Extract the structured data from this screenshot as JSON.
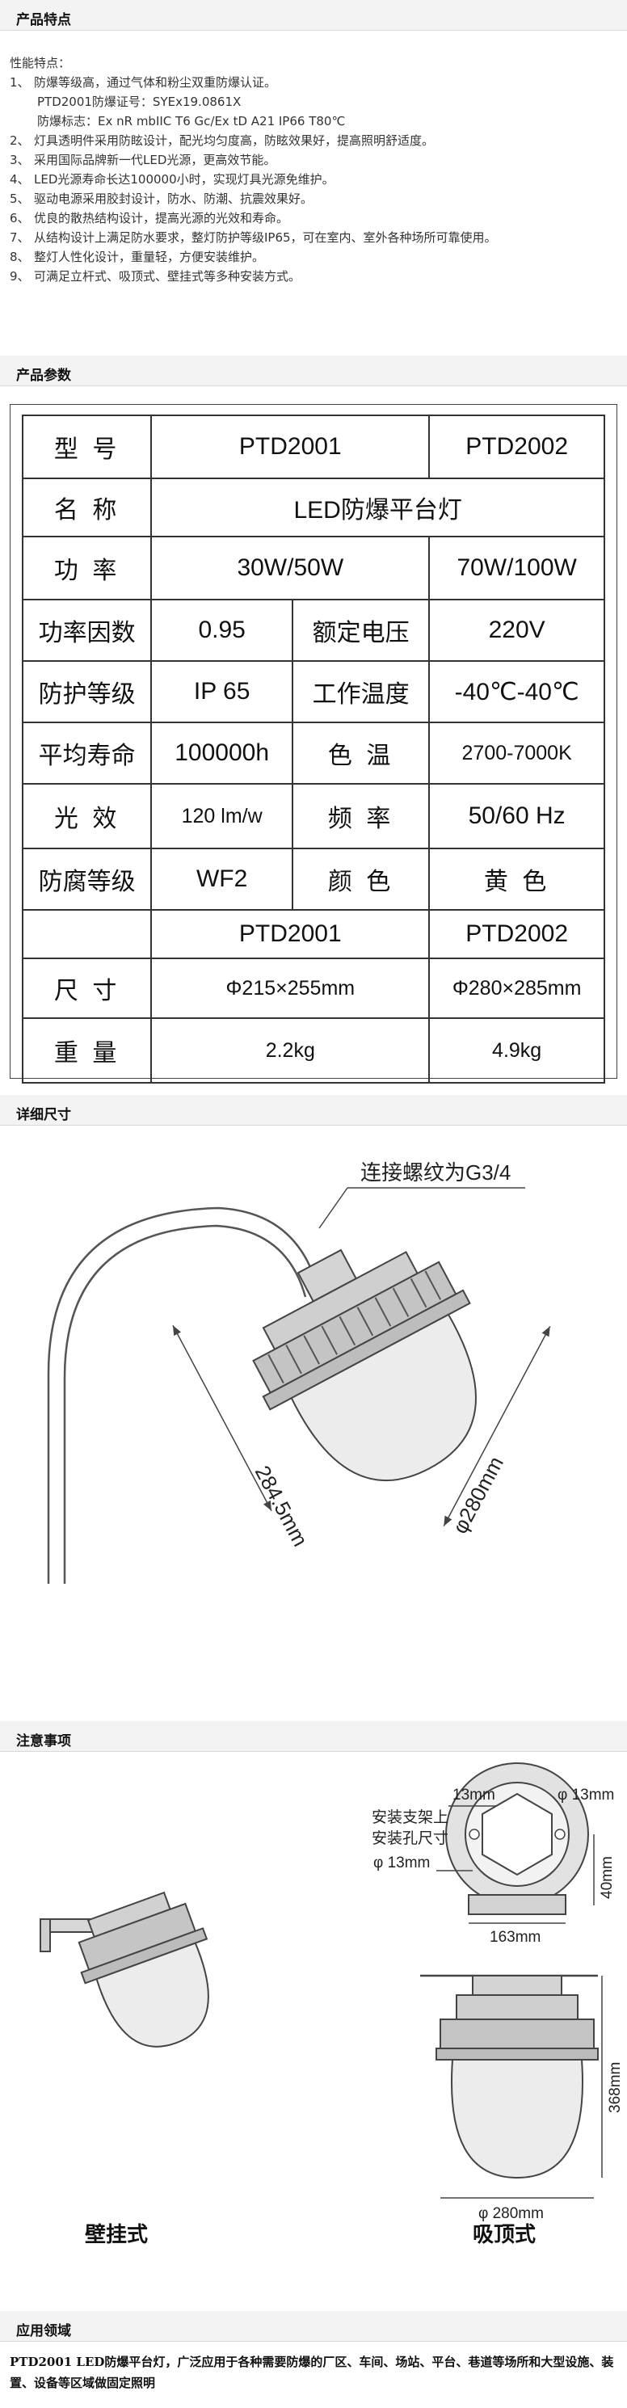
{
  "sections": {
    "features_title": "产品特点",
    "specs_title": "产品参数",
    "dims_title": "详细尺寸",
    "notes_title": "注意事项",
    "application_title": "应用领域"
  },
  "features": {
    "intro": "性能特点：",
    "items": [
      {
        "num": "1、",
        "text": "防爆等级高，通过气体和粉尘双重防爆认证。"
      },
      {
        "num": "",
        "text": "PTD2001防爆证号：SYEx19.0861X",
        "indent": true
      },
      {
        "num": "",
        "text": "防爆标志：Ex nR mbIIC T6 Gc/Ex tD A21 IP66 T80℃",
        "indent": true
      },
      {
        "num": "2、",
        "text": "灯具透明件采用防眩设计，配光均匀度高，防眩效果好，提高照明舒适度。"
      },
      {
        "num": "3、",
        "text": "采用国际品牌新一代LED光源，更高效节能。"
      },
      {
        "num": "4、",
        "text": "LED光源寿命长达100000小时，实现灯具光源免维护。"
      },
      {
        "num": "5、",
        "text": "驱动电源采用胶封设计，防水、防潮、抗震效果好。"
      },
      {
        "num": "6、",
        "text": "优良的散热结构设计，提高光源的光效和寿命。"
      },
      {
        "num": "7、",
        "text": "从结构设计上满足防水要求，整灯防护等级IP65，可在室内、室外各种场所可靠使用。"
      },
      {
        "num": "8、",
        "text": "整灯人性化设计，重量轻，方便安装维护。"
      },
      {
        "num": "9、",
        "text": "可满足立杆式、吸顶式、壁挂式等多种安装方式。"
      }
    ]
  },
  "specs": {
    "model_label": "型 号",
    "model_a": "PTD2001",
    "model_b": "PTD2002",
    "name_label": "名 称",
    "name_value": "LED防爆平台灯",
    "power_label": "功 率",
    "power_a": "30W/50W",
    "power_b": "70W/100W",
    "pf_label": "功率因数",
    "pf_value": "0.95",
    "voltage_label": "额定电压",
    "voltage_value": "220V",
    "ip_label": "防护等级",
    "ip_value": "IP 65",
    "temp_label": "工作温度",
    "temp_value": "-40℃-40℃",
    "life_label": "平均寿命",
    "life_value": "100000h",
    "cct_label": "色 温",
    "cct_value": "2700-7000K",
    "efficacy_label": "光 效",
    "efficacy_value": "120 lm/w",
    "freq_label": "频 率",
    "freq_value": "50/60 Hz",
    "corrosion_label": "防腐等级",
    "corrosion_value": "WF2",
    "color_label": "颜 色",
    "color_value": "黄 色",
    "model_a2": "PTD2001",
    "model_b2": "PTD2002",
    "size_label": "尺 寸",
    "size_a": "Φ215×255mm",
    "size_b": "Φ280×285mm",
    "weight_label": "重 量",
    "weight_a": "2.2kg",
    "weight_b": "4.9kg"
  },
  "dims": {
    "thread_label": "连接螺纹为G3/4",
    "height_label": "284.5mm",
    "diameter_label": "φ280mm"
  },
  "notes": {
    "top_13mm": "13mm",
    "top_phi13": "φ 13mm",
    "mount_label_1": "安装支架上",
    "mount_label_2": "安装孔尺寸",
    "mount_phi13": "φ 13mm",
    "width_163": "163mm",
    "height_40": "40mm",
    "height_368": "368mm",
    "diameter_280": "φ 280mm",
    "wall_caption": "壁挂式",
    "ceiling_caption": "吸顶式"
  },
  "application": {
    "text": "PTD2001 LED防爆平台灯，广泛应用于各种需要防爆的厂区、车间、场站、平台、巷道等场所和大型设施、装置、设备等区域做固定照明"
  },
  "colors": {
    "line": "#555555",
    "body": "#cfcfcf",
    "bulb": "#e9e9e9",
    "frame": "#444444"
  }
}
